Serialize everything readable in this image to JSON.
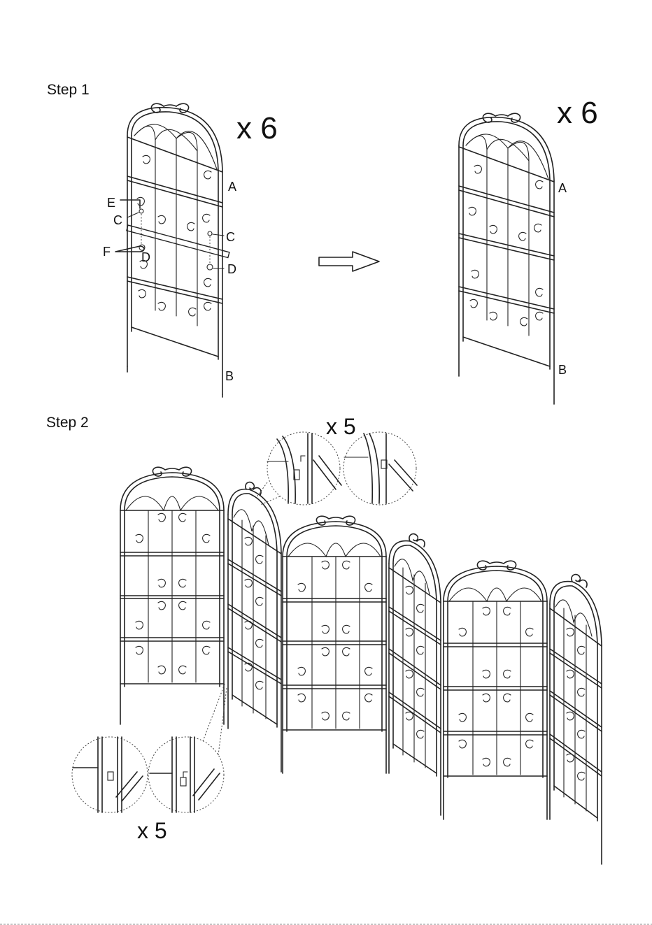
{
  "step1": {
    "title": "Step 1",
    "multiplier_left": "x 6",
    "multiplier_right": "x 6",
    "parts": {
      "E": "E",
      "C_left": "C",
      "F": "F",
      "D_left": "D",
      "C_right": "C",
      "D_right": "D",
      "A_left": "A",
      "B_left": "B",
      "A_right": "A",
      "B_right": "B"
    }
  },
  "step2": {
    "title": "Step 2",
    "multiplier_top": "x 5",
    "multiplier_bottom": "x 5"
  }
}
